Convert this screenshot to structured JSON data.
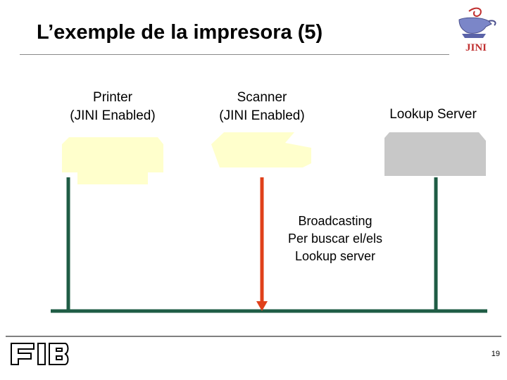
{
  "slide": {
    "title": "L’exemple de la impresora (5)",
    "page_number": "19"
  },
  "devices": {
    "printer": {
      "line1": "Printer",
      "line2": "(JINI Enabled)"
    },
    "scanner": {
      "line1": "Scanner",
      "line2": "(JINI Enabled)"
    },
    "lookup": {
      "label": "Lookup Server"
    }
  },
  "broadcast": {
    "line1": "Broadcasting",
    "line2": "Per buscar el/els",
    "line3": "Lookup server"
  },
  "logos": {
    "jini": "JINI",
    "fib": "FIB"
  },
  "colors": {
    "network_line": "#1f5c45",
    "broadcast_arrow": "#e0401a",
    "device_fill": "#ffffcc",
    "server_fill": "#c8c8c8"
  }
}
